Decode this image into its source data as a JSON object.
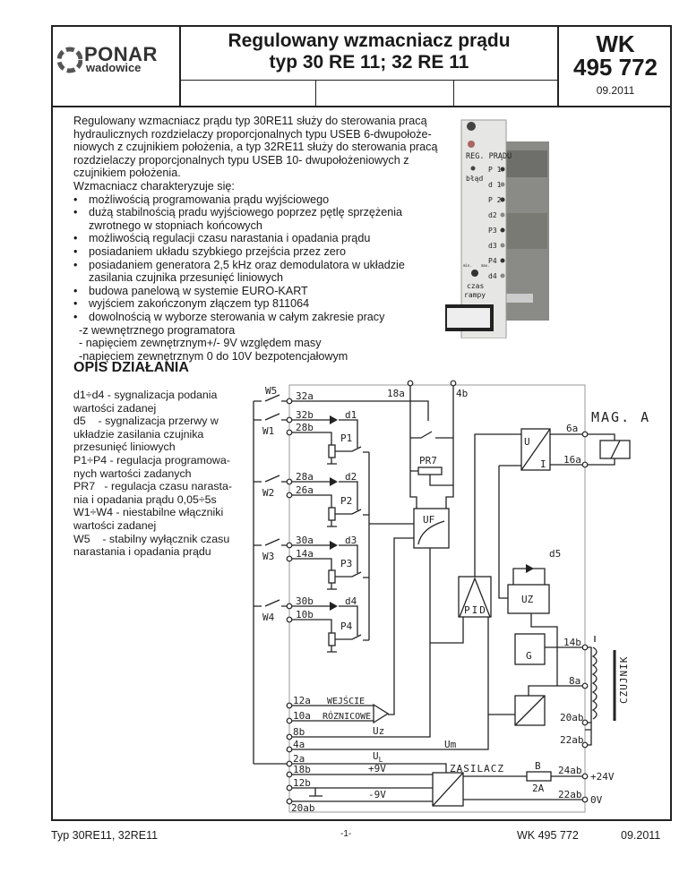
{
  "header": {
    "logo_brand": "PONAR",
    "logo_city": "wadowice",
    "title_line1": "Regulowany wzmacniacz prądu",
    "title_line2": "typ 30 RE 11; 32 RE 11",
    "doc_code_line1": "WK",
    "doc_code_line2": "495 772",
    "date": "09.2011"
  },
  "intro": {
    "lines": [
      "Regulowany wzmacniacz prądu typ 30RE11 służy do sterowania pracą",
      "hydraulicznych rozdzielaczy proporcjonalnych typu USEB 6-dwupołoże-",
      "niowych z czujnikiem położenia, a typ 32RE11 służy do sterowania pracą",
      "rozdzielaczy proporcjonalnych typu USEB 10- dwupołożeniowych z",
      "czujnikiem położenia.",
      "Wzmacniacz charakteryzuje się:"
    ],
    "bullets": [
      [
        "możliwością programowania prądu wyjściowego"
      ],
      [
        "dużą stabilnością pradu wyjściowego poprzez pętlę sprzężenia",
        "zwrotnego w stopniach końcowych"
      ],
      [
        "możliwością regulacji czasu narastania i opadania prądu"
      ],
      [
        "posiadaniem układu szybkiego przejścia przez zero"
      ],
      [
        "posiadaniem generatora 2,5 kHz oraz demodulatora w układzie",
        "zasilania czujnika przesunięć liniowych"
      ],
      [
        "budowa panelową w systemie EURO-KART"
      ],
      [
        "wyjściem zakończonym złączem typ 811064"
      ],
      [
        "dowolnością w wyborze sterowania w całym zakresie pracy"
      ]
    ],
    "sub_items": [
      "-z wewnętrznego programatora",
      "- napięciem zewnętrznym+/- 9V względem masy",
      "-napięciem zewnętrznym 0 do 10V bezpotencjałowym"
    ]
  },
  "photo": {
    "panel_title": "REG. PRĄDU",
    "error_label": "błąd",
    "indicators": [
      "P 1",
      "d 1",
      "P 2",
      "d2",
      "P3",
      "d3",
      "P4",
      "d4"
    ],
    "knob_min": "min.",
    "knob_max": "max.",
    "knob_label_1": "czas",
    "knob_label_2": "rampy"
  },
  "section_title": "OPIS DZIAŁANIA",
  "legend": [
    "d1÷d4 - sygnalizacja podania",
    "wartości zadanej",
    "d5    - sygnalizacja przerwy w",
    "układzie zasilania czujnika",
    "przesunięć liniowych",
    "P1÷P4 - regulacja programowa-",
    "nych wartości zadanych",
    "PR7   - regulacja czasu narasta-",
    "nia i opadania prądu 0,05÷5s",
    "W1÷W4 - niestabilne włączniki",
    "wartości zadanej",
    "W5    - stabilny wyłącznik czasu",
    "narastania i opadania prądu"
  ],
  "diagram": {
    "switches": [
      "W5",
      "W1",
      "W2",
      "W3",
      "W4"
    ],
    "left_pins": [
      "32a",
      "32b",
      "28b",
      "28a",
      "26a",
      "30a",
      "14a",
      "30b",
      "10b"
    ],
    "diodes": [
      "d1",
      "d2",
      "d3",
      "d4",
      "d5"
    ],
    "pots": [
      "P1",
      "P2",
      "P3",
      "P4"
    ],
    "top_pins": [
      "18a",
      "4b"
    ],
    "blocks": {
      "pr7": "PR7",
      "uf": "UF",
      "ui_u": "U",
      "ui_i": "I",
      "pid": "PID",
      "uz": "UZ",
      "gen": "G",
      "psu": "ZASILACZ"
    },
    "output_label": "MAG. A",
    "right_pins": [
      "6a",
      "16a",
      "14b",
      "8a",
      "20ab",
      "22ab",
      "24ab",
      "22ab"
    ],
    "sensor_label": "CZUJNIK",
    "diff_input_1": "WEJŚCIE",
    "diff_input_2": "RÓZNICOWE",
    "bottom_pins": [
      "12a",
      "10a",
      "8b",
      "4a",
      "2a",
      "18b",
      "12b",
      "20ab"
    ],
    "signals": {
      "uz": "Uz",
      "um": "Um",
      "ul": "U",
      "ul_sub": "L",
      "p9": "+9V",
      "m9": "-9V"
    },
    "fuse": "B",
    "fuse_rating": "2A",
    "supply_plus": "+24V",
    "supply_zero": "0V"
  },
  "footer": {
    "left": "Typ 30RE11, 32RE11",
    "page": "-1-",
    "code": "WK 495 772",
    "date": "09.2011"
  }
}
